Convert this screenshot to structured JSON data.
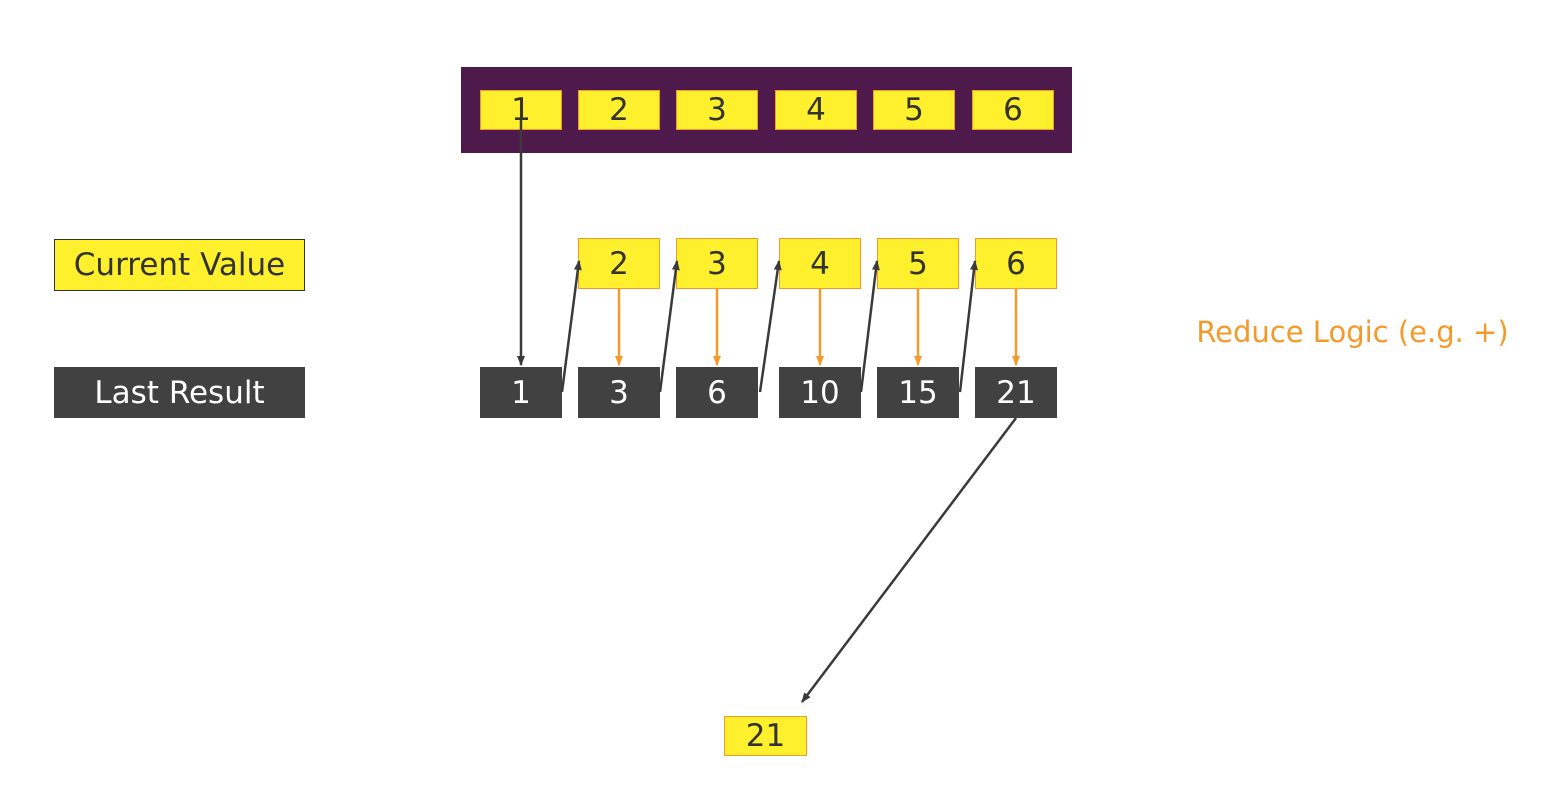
{
  "source_array": [
    "1",
    "2",
    "3",
    "4",
    "5",
    "6"
  ],
  "labels": {
    "current_value": "Current Value",
    "last_result": "Last Result",
    "reduce_logic": "Reduce Logic (e.g. +)"
  },
  "current_values": [
    "2",
    "3",
    "4",
    "5",
    "6"
  ],
  "last_results": [
    "1",
    "3",
    "6",
    "10",
    "15",
    "21"
  ],
  "final_result": "21",
  "colors": {
    "array_background": "#4e1a4b",
    "value_fill": "#fef02c",
    "value_border": "#f39a2b",
    "result_fill": "#414141",
    "arrow_dark": "#3a3a3a",
    "arrow_orange": "#f39a2b"
  }
}
